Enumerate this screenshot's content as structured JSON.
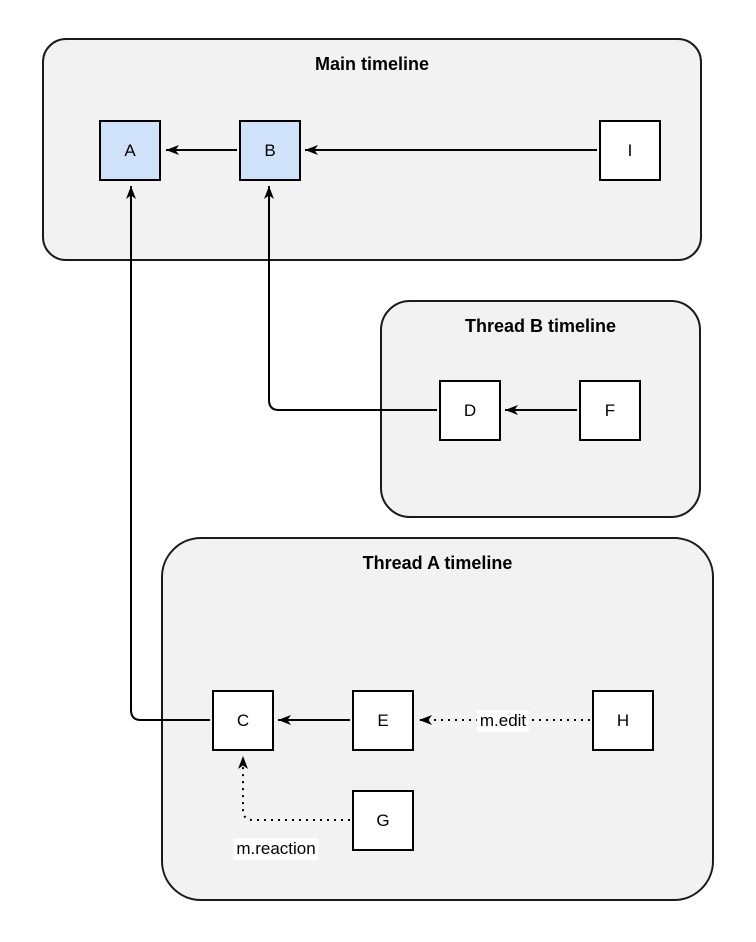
{
  "containers": [
    {
      "id": "main",
      "title": "Main timeline"
    },
    {
      "id": "thread_b",
      "title": "Thread B timeline"
    },
    {
      "id": "thread_a",
      "title": "Thread A timeline"
    }
  ],
  "nodes": [
    {
      "id": "A",
      "label": "A",
      "container": "main",
      "fill": "highlight"
    },
    {
      "id": "B",
      "label": "B",
      "container": "main",
      "fill": "highlight"
    },
    {
      "id": "I",
      "label": "I",
      "container": "main",
      "fill": "default"
    },
    {
      "id": "D",
      "label": "D",
      "container": "thread_b",
      "fill": "default"
    },
    {
      "id": "F",
      "label": "F",
      "container": "thread_b",
      "fill": "default"
    },
    {
      "id": "C",
      "label": "C",
      "container": "thread_a",
      "fill": "default"
    },
    {
      "id": "E",
      "label": "E",
      "container": "thread_a",
      "fill": "default"
    },
    {
      "id": "H",
      "label": "H",
      "container": "thread_a",
      "fill": "default"
    },
    {
      "id": "G",
      "label": "G",
      "container": "thread_a",
      "fill": "default"
    }
  ],
  "edges": [
    {
      "from": "B",
      "to": "A",
      "style": "solid",
      "label": ""
    },
    {
      "from": "I",
      "to": "B",
      "style": "solid",
      "label": ""
    },
    {
      "from": "F",
      "to": "D",
      "style": "solid",
      "label": ""
    },
    {
      "from": "D",
      "to": "B",
      "style": "solid",
      "label": ""
    },
    {
      "from": "E",
      "to": "C",
      "style": "solid",
      "label": ""
    },
    {
      "from": "C",
      "to": "A",
      "style": "solid",
      "label": ""
    },
    {
      "from": "H",
      "to": "E",
      "style": "dotted",
      "label": "m.edit"
    },
    {
      "from": "G",
      "to": "C",
      "style": "dotted",
      "label": "m.reaction"
    }
  ],
  "colors": {
    "container_fill": "#f2f2f2",
    "container_border": "#1a1a1a",
    "node_fill": "#ffffff",
    "node_highlight_fill": "#cfe2fa",
    "node_border": "#000000",
    "arrow": "#000000",
    "label_bg": "#ffffff"
  }
}
